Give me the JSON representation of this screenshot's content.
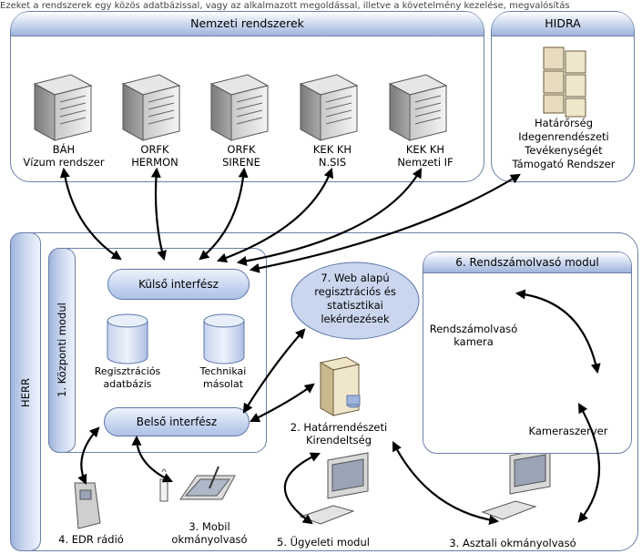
{
  "top_text": "Ezeket a rendszerek egy közös adatbázissal, vagy az alkalmazott megoldással, illetve a követelmény kezelése, megvalósítás",
  "nemzeti": {
    "title": "Nemzeti rendszerek",
    "servers": [
      {
        "line1": "BÁH",
        "line2": "Vízum rendszer"
      },
      {
        "line1": "ORFK",
        "line2": "HERMON"
      },
      {
        "line1": "ORFK",
        "line2": "SIRENE"
      },
      {
        "line1": "KEK KH",
        "line2": "N.SIS"
      },
      {
        "line1": "KEK KH",
        "line2": "Nemzeti IF"
      }
    ]
  },
  "hidra": {
    "title": "HIDRA",
    "lines": [
      "Határőrség",
      "Idegenrendészeti",
      "Tevékenységét",
      "Támogató Rendszer"
    ]
  },
  "herr": {
    "label": "HERR",
    "kozponti_label": "1. Központi modul",
    "kulso": "Külső interfész",
    "belso": "Belső interfész",
    "db1": [
      "Regisztrációs",
      "adatbázis"
    ],
    "db2": [
      "Technikai",
      "másolat"
    ],
    "web": [
      "7. Web alapú",
      "regisztrációs és",
      "statisztikai",
      "lekérdezések"
    ],
    "kirendeltseg": [
      "2. Határrendészeti",
      "Kirendeltség"
    ],
    "rendszam_title": "6. Rendszámolvasó modul",
    "kamera": [
      "Rendszámolvasó",
      "kamera"
    ],
    "kameraszerver": "Kameraszerver",
    "edr": "4. EDR rádió",
    "mobil": [
      "3. Mobil",
      "okmányolvasó"
    ],
    "ugyeleti": "5. Ügyeleti modul",
    "asztali": "3. Asztali okmányolvasó"
  }
}
